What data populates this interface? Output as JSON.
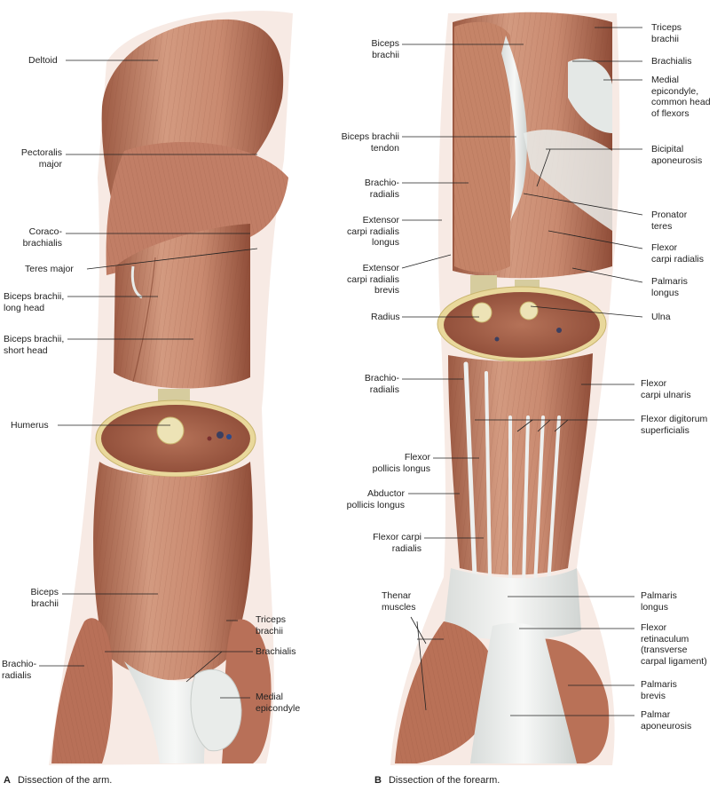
{
  "colors": {
    "muscle": "#c98a70",
    "muscle_dark": "#8a4a36",
    "muscle_light": "#e1b39c",
    "tendon": "#eef0ef",
    "bone_ring": "#e9d89b",
    "bone_core": "#cfc59a",
    "leader": "#222222",
    "skin_halo": "#f4e1d8"
  },
  "captions": {
    "arm_letter": "A",
    "arm_text": "Dissection of the arm.",
    "forearm_letter": "B",
    "forearm_text": "Dissection of the forearm."
  },
  "arm_labels": [
    {
      "id": "deltoid",
      "text": "Deltoid"
    },
    {
      "id": "pectoralis-major",
      "text": "Pectoralis\nmajor"
    },
    {
      "id": "coracobrachialis",
      "text": "Coraco-\nbrachialis"
    },
    {
      "id": "teres-major",
      "text": "Teres major"
    },
    {
      "id": "biceps-long-head",
      "text": "Biceps brachii,\nlong head"
    },
    {
      "id": "biceps-short-head",
      "text": "Biceps brachii,\nshort head"
    },
    {
      "id": "humerus",
      "text": "Humerus"
    },
    {
      "id": "biceps-brachii-arm",
      "text": "Biceps\nbrachii"
    },
    {
      "id": "brachioradialis-arm",
      "text": "Brachio-\nradialis"
    },
    {
      "id": "triceps-brachii-arm",
      "text": "Triceps\nbrachii"
    },
    {
      "id": "brachialis-arm",
      "text": "Brachialis"
    },
    {
      "id": "medial-epicondyle-arm",
      "text": "Medial\nepicondyle"
    }
  ],
  "forearm_labels": [
    {
      "id": "biceps-brachii-fa",
      "text": "Biceps\nbrachii"
    },
    {
      "id": "biceps-tendon",
      "text": "Biceps brachii\ntendon"
    },
    {
      "id": "brachioradialis-fa1",
      "text": "Brachio-\nradialis"
    },
    {
      "id": "ecrl",
      "text": "Extensor\ncarpi radialis\nlongus"
    },
    {
      "id": "ecrb",
      "text": "Extensor\ncarpi radialis\nbrevis"
    },
    {
      "id": "radius",
      "text": "Radius"
    },
    {
      "id": "brachioradialis-fa2",
      "text": "Brachio-\nradialis"
    },
    {
      "id": "fpl",
      "text": "Flexor\npollicis longus"
    },
    {
      "id": "apl",
      "text": "Abductor\npollicis longus"
    },
    {
      "id": "fcr-left",
      "text": "Flexor carpi\nradialis"
    },
    {
      "id": "thenar",
      "text": "Thenar\nmuscles"
    },
    {
      "id": "triceps-fa",
      "text": "Triceps\nbrachii"
    },
    {
      "id": "brachialis-fa",
      "text": "Brachialis"
    },
    {
      "id": "medial-epicondyle-fa",
      "text": "Medial\nepicondyle,\ncommon head\nof flexors"
    },
    {
      "id": "bicipital-aponeurosis",
      "text": "Bicipital\naponeurosis"
    },
    {
      "id": "pronator-teres",
      "text": "Pronator\nteres"
    },
    {
      "id": "fcr-right",
      "text": "Flexor\ncarpi radialis"
    },
    {
      "id": "palmaris-longus-1",
      "text": "Palmaris\nlongus"
    },
    {
      "id": "ulna",
      "text": "Ulna"
    },
    {
      "id": "fcu",
      "text": "Flexor\ncarpi ulnaris"
    },
    {
      "id": "fds",
      "text": "Flexor digitorum\nsuperficialis"
    },
    {
      "id": "palmaris-longus-2",
      "text": "Palmaris\nlongus"
    },
    {
      "id": "flexor-retinaculum",
      "text": "Flexor retinaculum\n(transverse\ncarpal ligament)"
    },
    {
      "id": "palmaris-brevis",
      "text": "Palmaris\nbrevis"
    },
    {
      "id": "palmar-aponeurosis",
      "text": "Palmar\naponeurosis"
    }
  ]
}
